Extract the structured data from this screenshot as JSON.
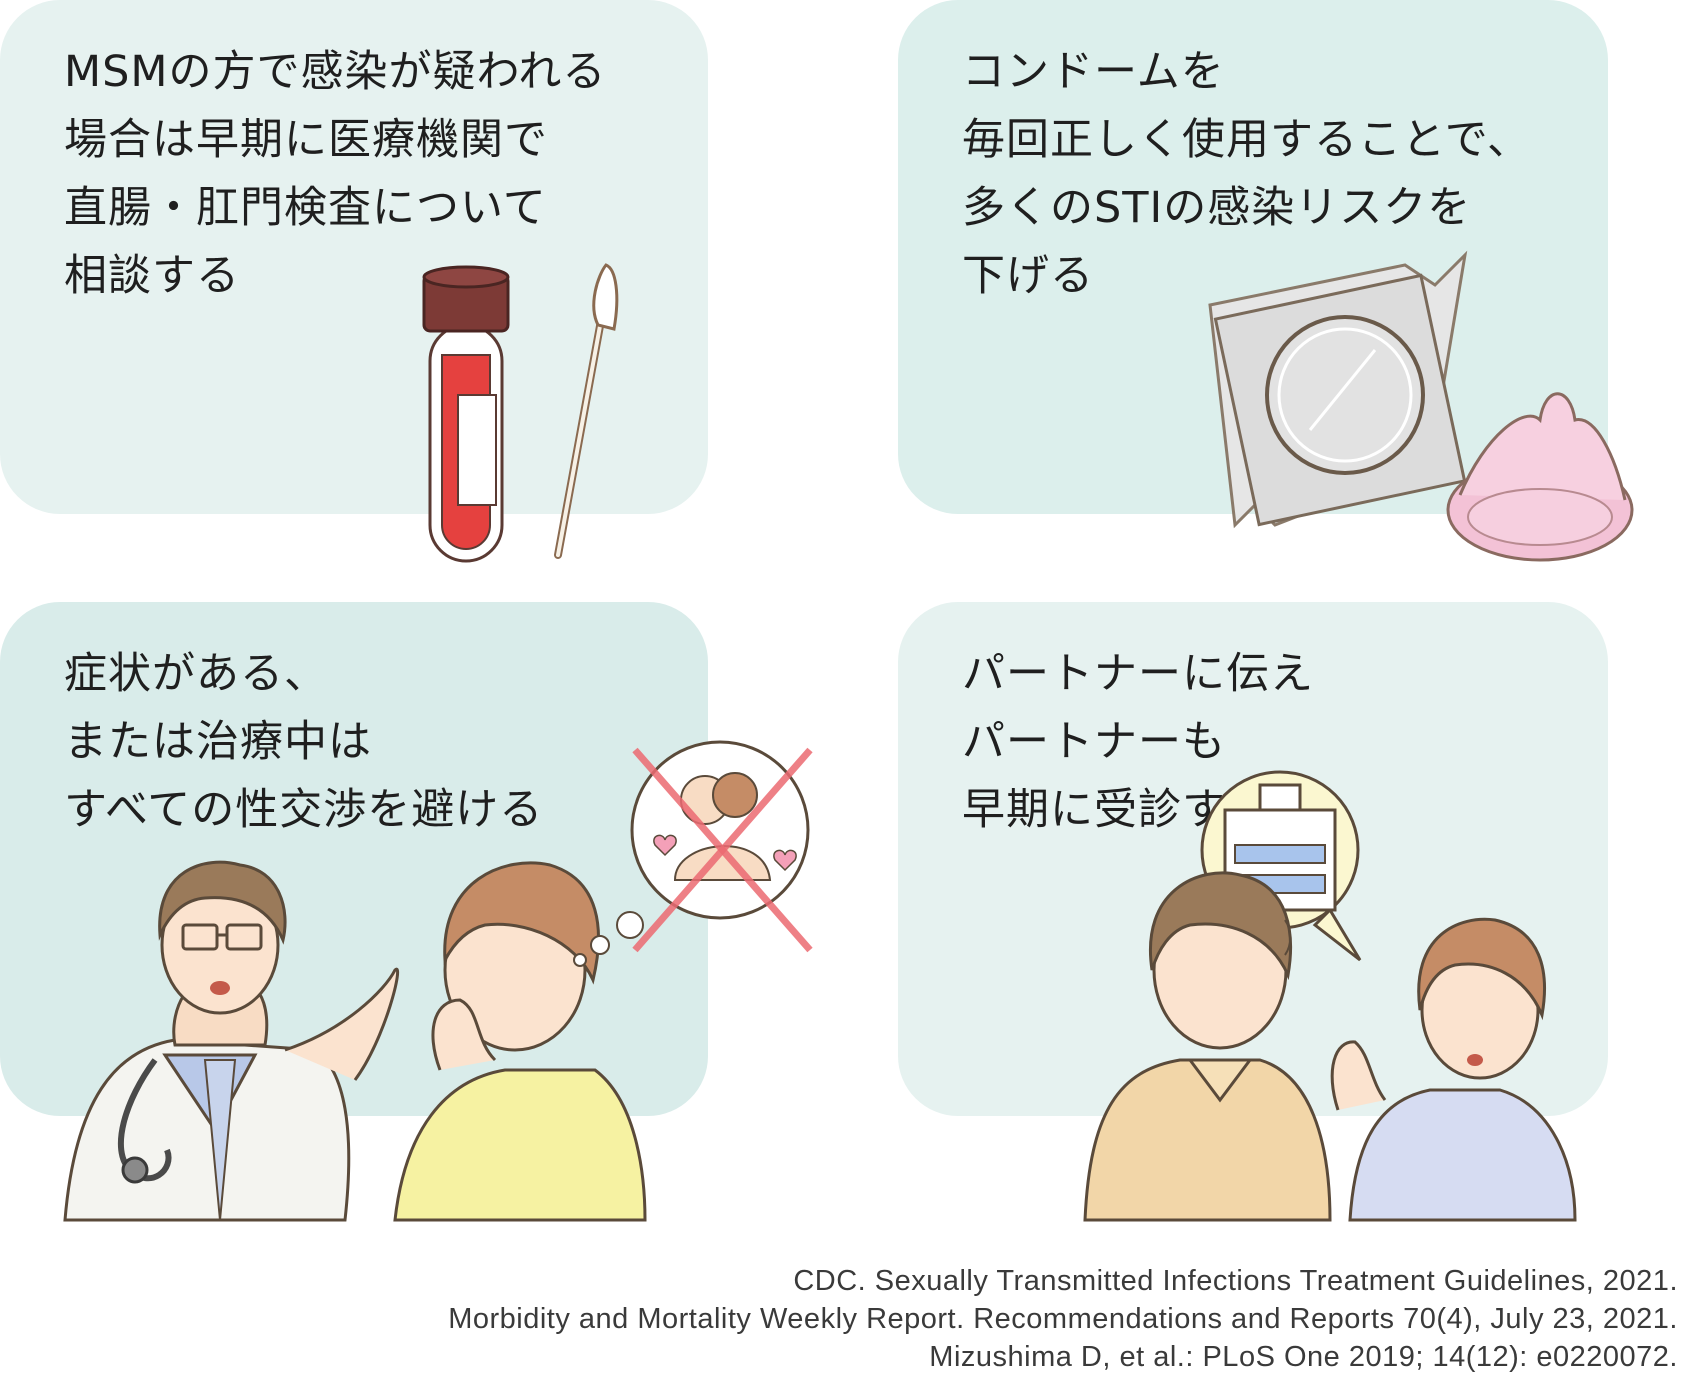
{
  "cards": [
    {
      "lines": [
        "MSMの方で感染が疑われる",
        "場合は早期に医療機関で",
        "直腸・肛門検査について",
        "相談する"
      ]
    },
    {
      "lines": [
        "コンドームを",
        "毎回正しく使用することで、",
        "多くのSTIの感染リスクを",
        "下げる"
      ]
    },
    {
      "lines": [
        "症状がある、",
        "または治療中は",
        "すべての性交渉を避ける"
      ]
    },
    {
      "lines": [
        "パートナーに伝え",
        "パートナーも",
        "早期に受診する"
      ]
    }
  ],
  "icons": {
    "card1": [
      "blood-tube-icon",
      "swab-icon"
    ],
    "card2": [
      "condom-package-icon",
      "condom-icon"
    ],
    "card3": [
      "doctor-icon",
      "patient-icon",
      "thought-bubble-icon",
      "prohibited-embrace-icon"
    ],
    "card4": [
      "hospital-speech-bubble-icon",
      "man-icon",
      "woman-icon"
    ]
  },
  "colors": {
    "card_bg_light": "#e6f2f0",
    "card_bg_dark": "#dcefec",
    "blood_red": "#e5413f",
    "tube_cap": "#7d3a36",
    "prohibition_red": "#ec6a72",
    "condom_pink": "#f3c2d6"
  },
  "references": [
    "CDC. Sexually Transmitted Infections Treatment Guidelines, 2021.",
    "Morbidity and Mortality Weekly Report. Recommendations and Reports 70(4), July 23, 2021.",
    "Mizushima D, et al.: PLoS One 2019; 14(12): e0220072."
  ]
}
